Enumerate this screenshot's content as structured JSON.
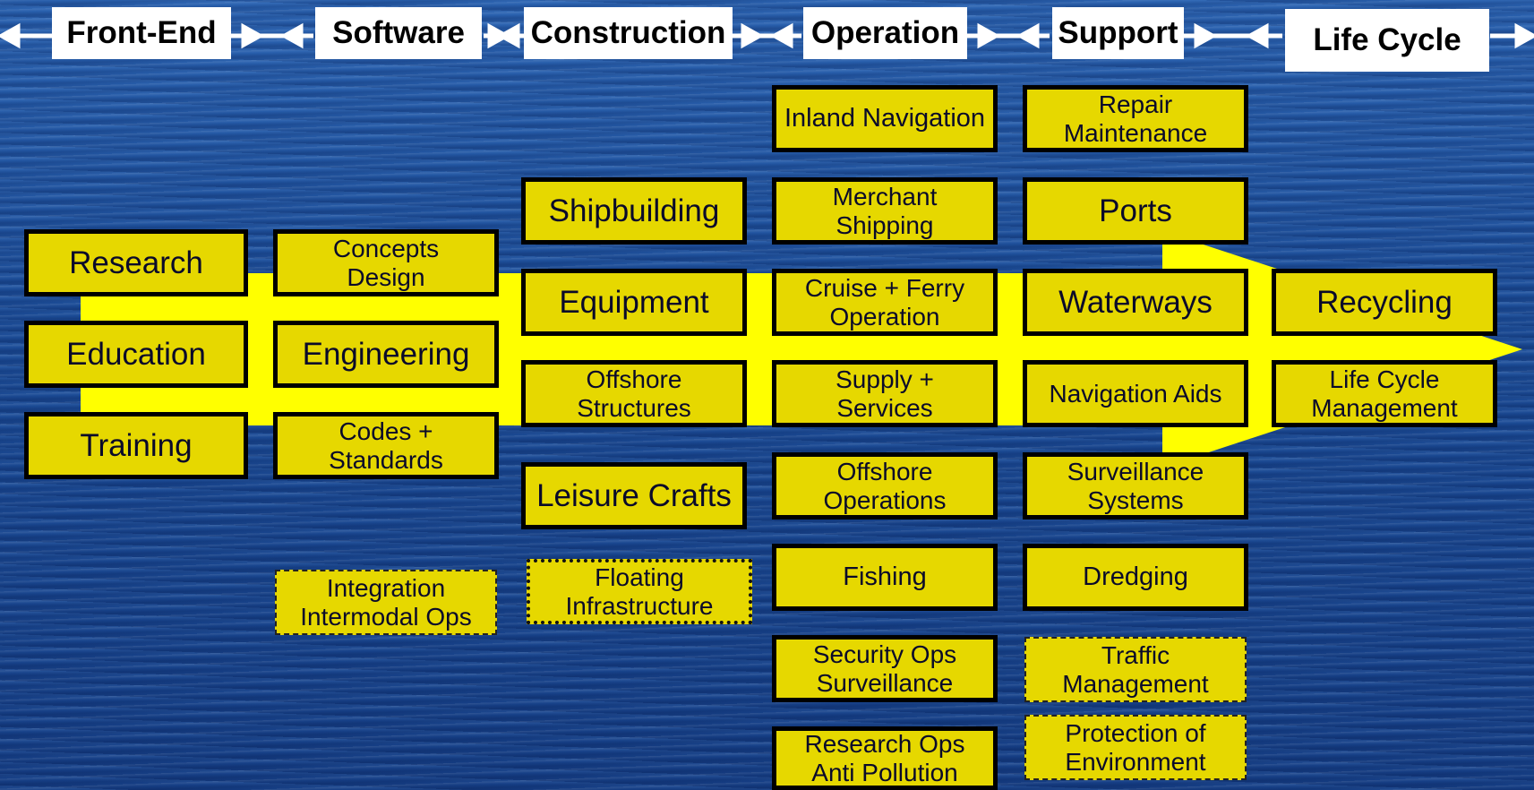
{
  "headers": {
    "front_end": "Front-End",
    "software": "Software",
    "construction": "Construction",
    "operation": "Operation",
    "support": "Support",
    "life_cycle": "Life Cycle"
  },
  "front_end": {
    "research": "Research",
    "education": "Education",
    "training": "Training"
  },
  "software": {
    "concepts_design": "Concepts\nDesign",
    "engineering": "Engineering",
    "codes_standards": "Codes +\nStandards",
    "integration": "Integration\nIntermodal Ops"
  },
  "construction": {
    "shipbuilding": "Shipbuilding",
    "equipment": "Equipment",
    "offshore_structures": "Offshore\nStructures",
    "leisure_crafts": "Leisure Crafts",
    "floating_infrastructure": "Floating\nInfrastructure"
  },
  "operation": {
    "inland_navigation": "Inland Navigation",
    "merchant_shipping": "Merchant\nShipping",
    "cruise_ferry": "Cruise + Ferry\nOperation",
    "supply_services": "Supply +\nServices",
    "offshore_operations": "Offshore\nOperations",
    "fishing": "Fishing",
    "security_ops": "Security Ops\nSurveillance",
    "research_ops": "Research Ops\nAnti Pollution"
  },
  "support": {
    "repair_maintenance": "Repair\nMaintenance",
    "ports": "Ports",
    "waterways": "Waterways",
    "navigation_aids": "Navigation Aids",
    "surveillance_systems": "Surveillance\nSystems",
    "dredging": "Dredging",
    "traffic_management": "Traffic\nManagement",
    "protection_environment": "Protection of\nEnvironment"
  },
  "life_cycle": {
    "recycling": "Recycling",
    "life_cycle_management": "Life Cycle\nManagement"
  },
  "colors": {
    "arrow_fill": "#ffff00",
    "box_fill": "#e6d800",
    "header_fill": "#ffffff",
    "header_arrow": "#ffffff"
  }
}
